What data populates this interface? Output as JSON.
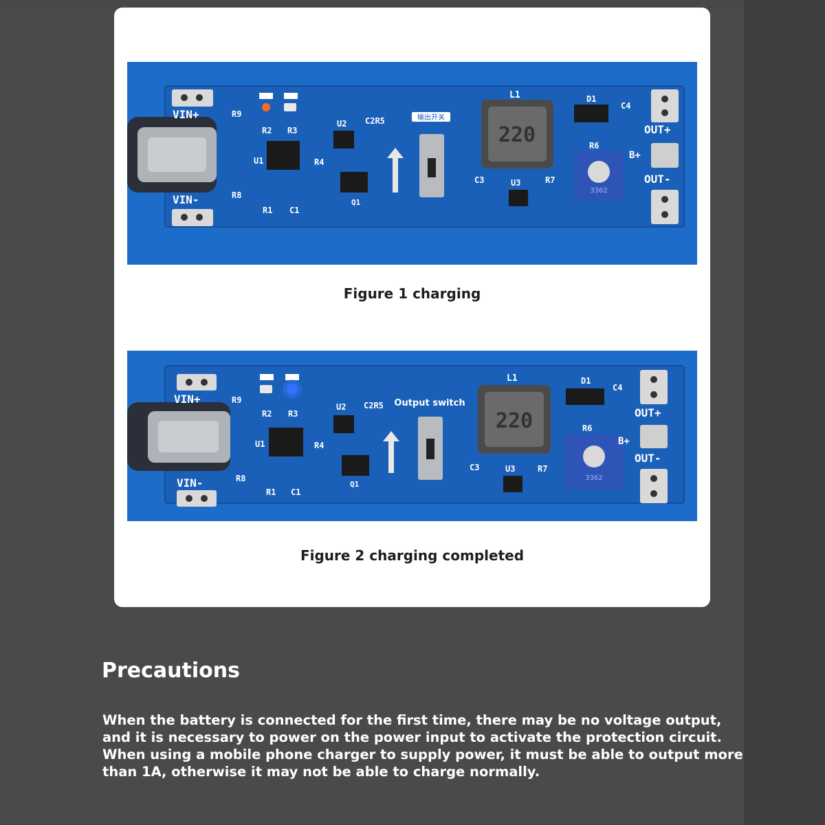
{
  "figures": [
    {
      "caption": "Figure 1 charging",
      "board_labels": {
        "vin_plus": "VIN+",
        "vin_minus": "VIN-",
        "r9": "R9",
        "r8": "R8",
        "r2": "R2",
        "r3": "R3",
        "r1": "R1",
        "c1": "C1",
        "u1": "U1",
        "u2": "U2",
        "c2r5": "C2R5",
        "r4": "R4",
        "q1": "Q1",
        "l1": "L1",
        "inductor": "220",
        "d1": "D1",
        "c4": "C4",
        "r6": "R6",
        "b_plus": "B+",
        "c3": "C3",
        "u3": "U3",
        "r7": "R7",
        "out_plus": "OUT+",
        "out_minus": "OUT-",
        "switch_label": "输出开关",
        "pot": "3362"
      },
      "led_color": "#ff6a1a"
    },
    {
      "caption": "Figure 2 charging completed",
      "board_labels": {
        "vin_plus": "VIN+",
        "vin_minus": "VIN-",
        "r9": "R9",
        "r8": "R8",
        "r2": "R2",
        "r3": "R3",
        "r1": "R1",
        "c1": "C1",
        "u1": "U1",
        "u2": "U2",
        "c2r5": "C2R5",
        "r4": "R4",
        "q1": "Q1",
        "l1": "L1",
        "inductor": "220",
        "d1": "D1",
        "c4": "C4",
        "r6": "R6",
        "b_plus": "B+",
        "c3": "C3",
        "u3": "U3",
        "r7": "R7",
        "out_plus": "OUT+",
        "out_minus": "OUT-",
        "switch_label": "Output switch",
        "pot": "3362"
      },
      "led_color": "#2f6bff"
    }
  ],
  "precautions": {
    "title": "Precautions",
    "lines": [
      "When the battery is connected for the first time, there may be no voltage output,",
      "and it is necessary to power on the power input to activate the protection circuit.",
      "When using a mobile phone charger to supply power, it must be able to output more",
      "than 1A, otherwise it may not be able to charge normally."
    ]
  },
  "colors": {
    "background": "#4a4a4a",
    "card": "#ffffff",
    "pcb_blue": "#1f6fd0"
  }
}
